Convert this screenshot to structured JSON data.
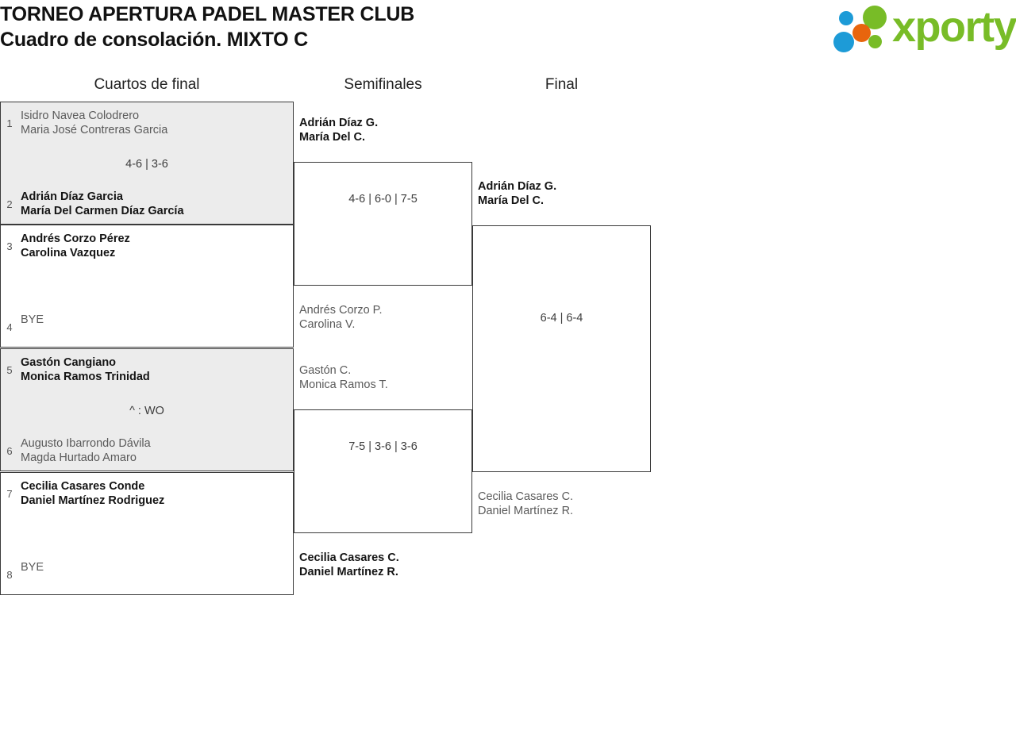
{
  "header": {
    "title_line1": "TORNEO APERTURA PADEL MASTER CLUB",
    "title_line2": "Cuadro de consolación. MIXTO C",
    "logo_text": "xporty",
    "logo_colors": {
      "blue": "#1d9bd7",
      "orange": "#e8650d",
      "green": "#78bc27"
    }
  },
  "rounds": [
    {
      "name": "Cuartos de final"
    },
    {
      "name": "Semifinales"
    },
    {
      "name": "Final"
    }
  ],
  "bracket": {
    "round1": [
      {
        "score": "4-6 | 3-6",
        "top": {
          "seed": "1",
          "p1": "Isidro Navea Colodrero",
          "p2": "Maria José Contreras Garcia",
          "result": "loser"
        },
        "bottom": {
          "seed": "2",
          "p1": "Adrián Díaz Garcia",
          "p2": "María Del Carmen Díaz García",
          "result": "winner"
        }
      },
      {
        "score": "",
        "top": {
          "seed": "3",
          "p1": "Andrés Corzo Pérez",
          "p2": "Carolina Vazquez",
          "result": "winner"
        },
        "bottom": {
          "seed": "4",
          "p1": "BYE",
          "p2": "",
          "result": "loser"
        }
      },
      {
        "score": "^ : WO",
        "top": {
          "seed": "5",
          "p1": "Gastón Cangiano",
          "p2": "Monica Ramos Trinidad",
          "result": "winner"
        },
        "bottom": {
          "seed": "6",
          "p1": "Augusto Ibarrondo Dávila",
          "p2": "Magda Hurtado Amaro",
          "result": "loser"
        }
      },
      {
        "score": "",
        "top": {
          "seed": "7",
          "p1": "Cecilia Casares Conde",
          "p2": "Daniel Martínez Rodriguez",
          "result": "winner"
        },
        "bottom": {
          "seed": "8",
          "p1": "BYE",
          "p2": "",
          "result": "loser"
        }
      }
    ],
    "round2": [
      {
        "score": "4-6 | 6-0 | 7-5",
        "top": {
          "p1": "Adrián Díaz G.",
          "p2": "María Del C.",
          "result": "winner"
        },
        "bottom": {
          "p1": "Andrés Corzo P.",
          "p2": "Carolina V.",
          "result": "loser"
        }
      },
      {
        "score": "7-5 | 3-6 | 3-6",
        "top": {
          "p1": "Gastón C.",
          "p2": "Monica Ramos T.",
          "result": "loser"
        },
        "bottom": {
          "p1": "Cecilia Casares C.",
          "p2": "Daniel Martínez R.",
          "result": "winner"
        }
      }
    ],
    "round3": [
      {
        "score": "6-4 | 6-4",
        "top": {
          "p1": "Adrián Díaz G.",
          "p2": "María Del C.",
          "result": "winner"
        },
        "bottom": {
          "p1": "Cecilia Casares C.",
          "p2": "Daniel Martínez R.",
          "result": "loser"
        }
      }
    ]
  }
}
